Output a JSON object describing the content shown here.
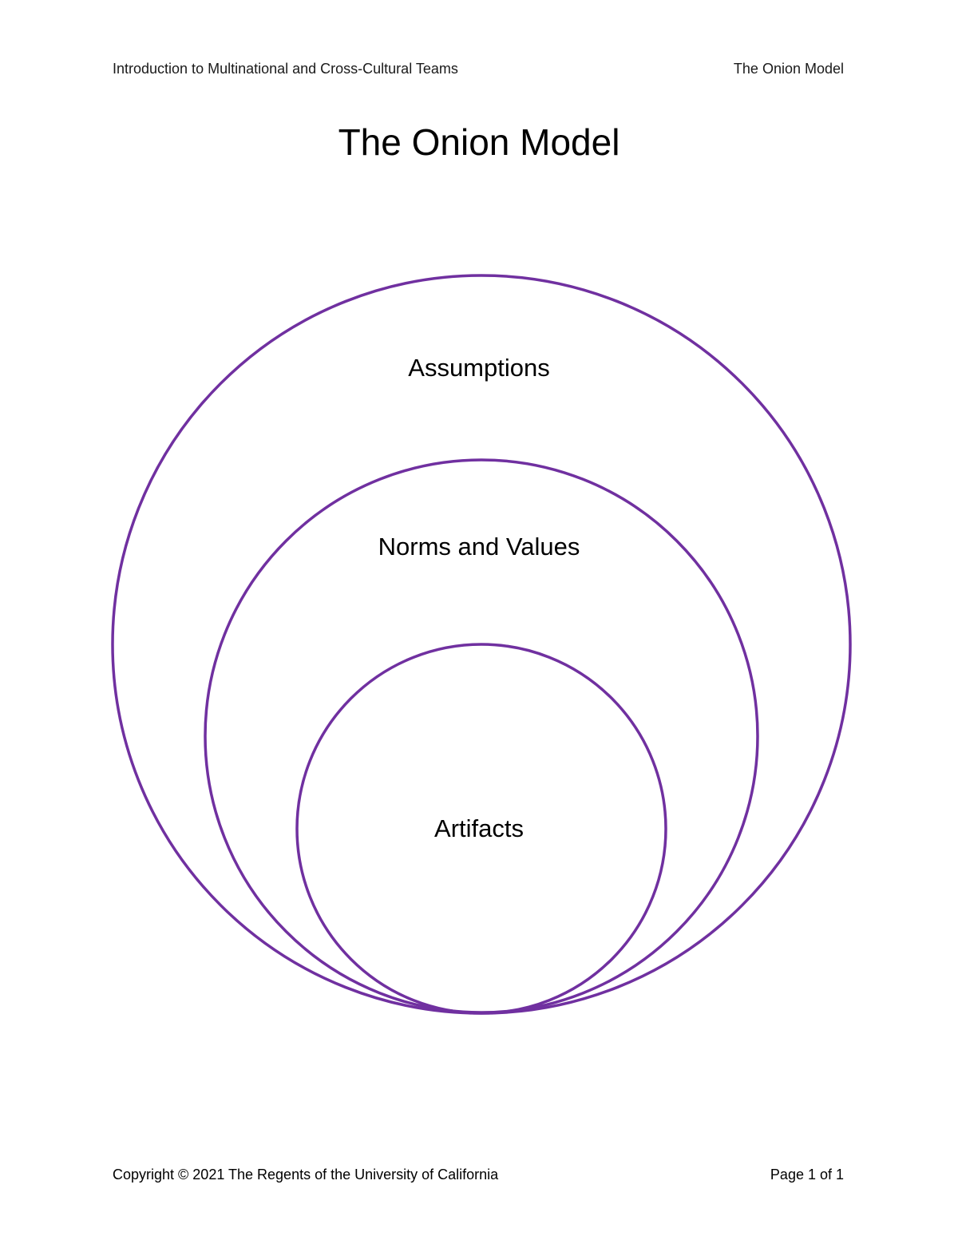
{
  "header": {
    "course_title": "Introduction to Multinational and Cross-Cultural Teams",
    "doc_title": "The Onion Model"
  },
  "title": "The Onion Model",
  "diagram": {
    "ring_color": "#7030A0",
    "layers": [
      {
        "label": "Assumptions"
      },
      {
        "label": "Norms and Values"
      },
      {
        "label": "Artifacts"
      }
    ]
  },
  "footer": {
    "copyright": "Copyright © 2021 The Regents of the University of California",
    "page": "Page 1 of 1"
  }
}
